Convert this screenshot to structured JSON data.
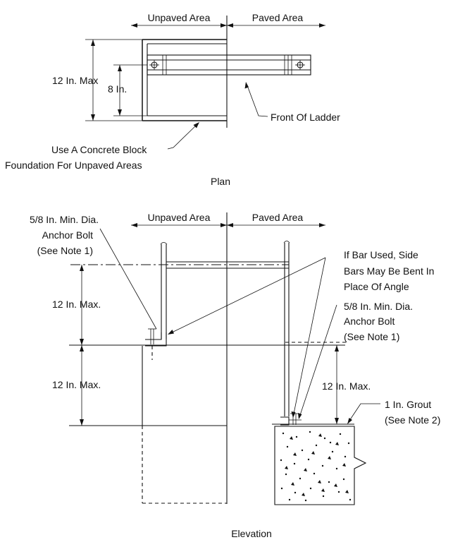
{
  "plan": {
    "unpaved_label": "Unpaved Area",
    "paved_label": "Paved Area",
    "dim_12_label": "12 In. Max",
    "dim_8_label": "8 In.",
    "front_label": "Front Of Ladder",
    "foundation_line1": "Use A Concrete Block",
    "foundation_line2": "Foundation For Unpaved Areas",
    "title": "Plan"
  },
  "elevation": {
    "unpaved_label": "Unpaved Area",
    "paved_label": "Paved Area",
    "anchor_left_line1": "5/8 In. Min. Dia.",
    "anchor_left_line2": "Anchor Bolt",
    "anchor_left_line3": "(See Note 1)",
    "dim_upper_label": "12 In. Max.",
    "dim_lower_label": "12 In. Max.",
    "dim_right_label": "12 In. Max.",
    "bar_note_line1": "If Bar Used, Side",
    "bar_note_line2": "Bars May Be Bent In",
    "bar_note_line3": "Place Of Angle",
    "anchor_right_line1": "5/8 In. Min. Dia.",
    "anchor_right_line2": "Anchor Bolt",
    "anchor_right_line3": "(See Note 1)",
    "grout_line1": "1 In. Grout",
    "grout_line2": "(See Note 2)",
    "title": "Elevation"
  }
}
